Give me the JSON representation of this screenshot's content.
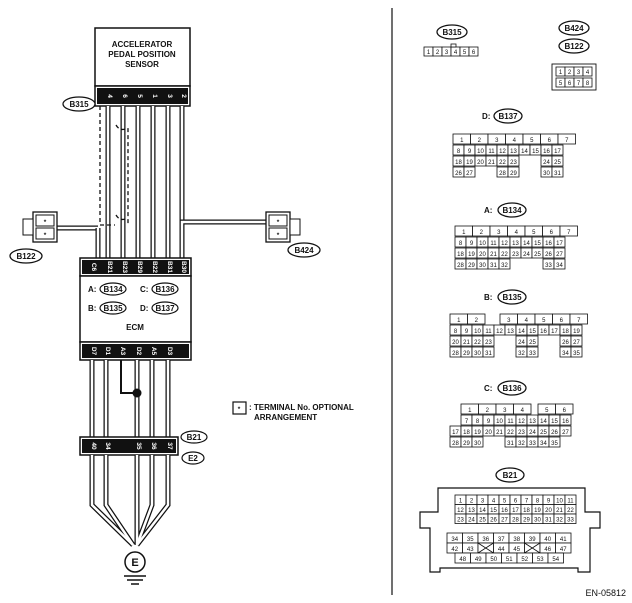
{
  "sensor_box": {
    "line1": "ACCELERATOR",
    "line2": "PEDAL POSITION",
    "line3": "SENSOR"
  },
  "sensor_connector": {
    "name": "B315",
    "pins": [
      "4",
      "6",
      "5",
      "1",
      "3",
      "2"
    ]
  },
  "left_plug": {
    "name": "B122",
    "star1": "*",
    "star2": "*"
  },
  "right_plug": {
    "name": "B424",
    "star1": "*",
    "star2": "*"
  },
  "ecm": {
    "title": "ECM",
    "top_pins": [
      "C6",
      "B21",
      "B23",
      "B29",
      "B22",
      "B31",
      "B30"
    ],
    "bottom_pins": [
      "D7",
      "D1",
      "A3",
      "D2",
      "A5",
      "D3"
    ],
    "conn": [
      {
        "prefix": "A:",
        "name": "B134"
      },
      {
        "prefix": "C:",
        "name": "B136"
      },
      {
        "prefix": "B:",
        "name": "B135"
      },
      {
        "prefix": "D:",
        "name": "B137"
      }
    ]
  },
  "terminal_connector": {
    "name1": "B21",
    "name2": "E2",
    "pins": [
      "40",
      "34",
      "35",
      "36",
      "37"
    ]
  },
  "ground": {
    "symbol": "E"
  },
  "note": {
    "star": "*",
    "line1": ": TERMINAL No. OPTIONAL",
    "line2": "ARRANGEMENT"
  },
  "views": {
    "b315": {
      "name": "B315",
      "pins": [
        "1",
        "2",
        "3",
        "4",
        "5",
        "6"
      ]
    },
    "b424": {
      "name1": "B424",
      "name2": "B122",
      "row1": [
        "1",
        "2",
        "3",
        "4"
      ],
      "row2": [
        "5",
        "6",
        "7",
        "8"
      ]
    },
    "d": {
      "prefix": "D:",
      "name": "B137"
    },
    "a": {
      "prefix": "A:",
      "name": "B134"
    },
    "b": {
      "prefix": "B:",
      "name": "B135"
    },
    "c": {
      "prefix": "C:",
      "name": "B136"
    },
    "b21": {
      "name": "B21"
    }
  },
  "footer": {
    "code": "EN-05812"
  }
}
